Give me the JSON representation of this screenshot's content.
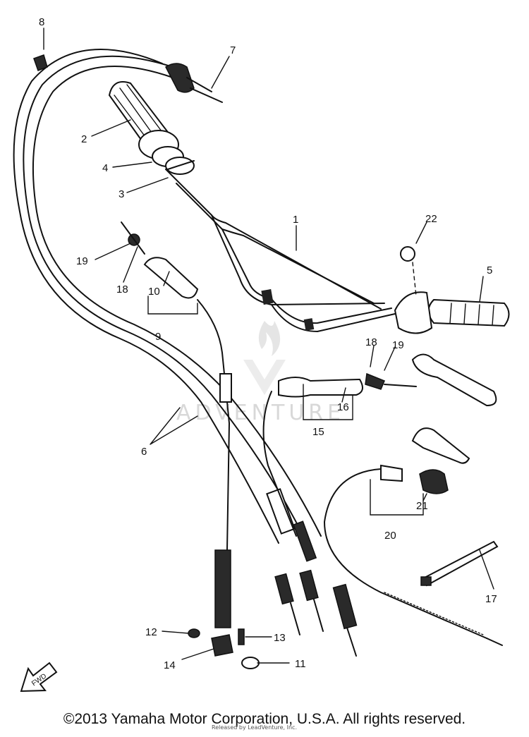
{
  "diagram": {
    "callouts": [
      "1",
      "2",
      "3",
      "4",
      "5",
      "6",
      "7",
      "8",
      "9",
      "10",
      "11",
      "12",
      "13",
      "14",
      "15",
      "16",
      "17",
      "18",
      "19",
      "18",
      "19",
      "20",
      "21",
      "22"
    ],
    "direction_tag": "FWD",
    "watermark": "ADVENTURE"
  },
  "footer": {
    "copyright": "©2013 Yamaha Motor Corporation, U.S.A. All rights reserved.",
    "credit": "Released by LeadVenture, Inc."
  },
  "colors": {
    "ink": "#111111",
    "paper": "#ffffff",
    "watermark": "#d8d8d8"
  },
  "icons": [
    "fwd-arrow-icon",
    "watermark-logo-icon"
  ]
}
